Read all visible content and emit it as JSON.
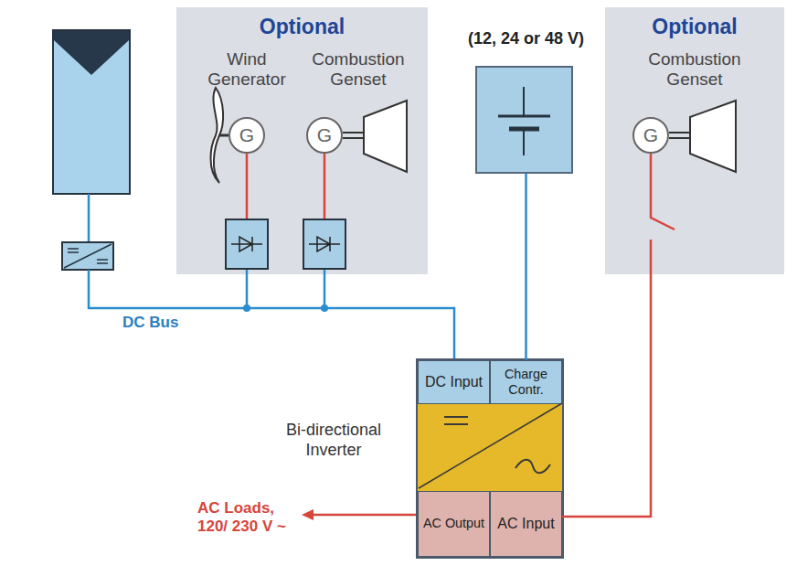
{
  "diagram": {
    "nodes": [
      {
        "text": [
          "Optional",
          "Wind Generator",
          "Combustion Genset"
        ]
      },
      {
        "text": [
          "G"
        ],
        "in": 0
      },
      {
        "text": [
          "G"
        ],
        "in": 0
      },
      {
        "text": [
          "(12, 24 or 48 V)"
        ]
      },
      {
        "text": [
          "Optional",
          "Combustion Genset"
        ]
      },
      {
        "text": [
          "G"
        ],
        "in": 4
      },
      {
        "text": [
          "Bi-directional Inverter"
        ]
      },
      {
        "text": [
          "DC Input"
        ],
        "in": 6
      },
      {
        "text": [
          "Charge Contr."
        ],
        "in": 6
      },
      {
        "text": [
          "AC Output"
        ],
        "in": 6
      },
      {
        "text": [
          "AC Input"
        ],
        "in": 6
      }
    ],
    "edges": [
      {
        "from": 3,
        "to": 8,
        "arrow": "none"
      },
      {
        "from": 5,
        "to": 10,
        "arrow": "none"
      }
    ],
    "labels": [
      "DC Bus",
      "AC Loads, 120/ 230 V ~"
    ]
  }
}
